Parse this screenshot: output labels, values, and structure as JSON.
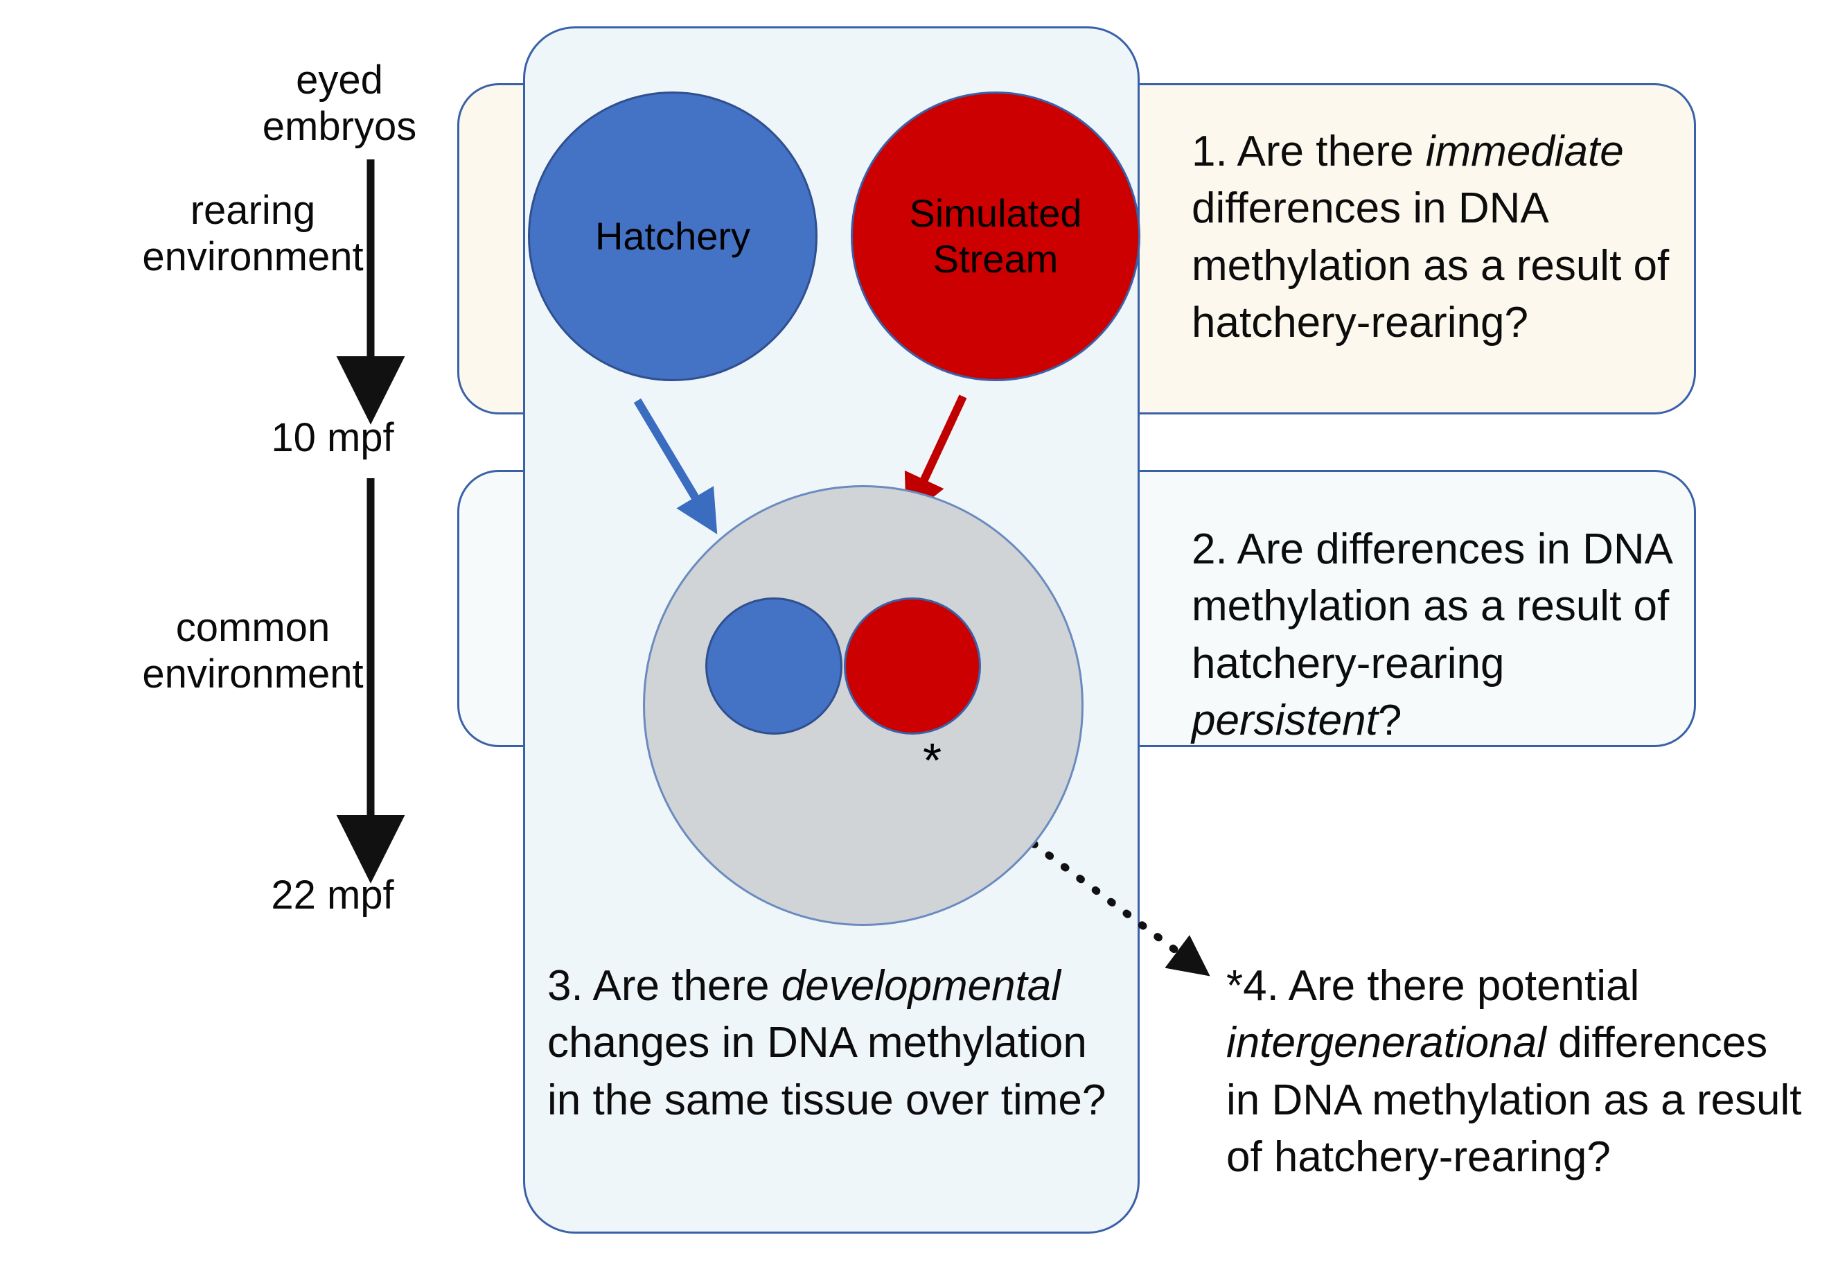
{
  "timeline": {
    "stage_label": "eyed\nembryos",
    "stage_label_line1": "eyed",
    "stage_label_line2": "embryos",
    "rearing_label_line1": "rearing",
    "rearing_label_line2": "environment",
    "timepoint_1": "10 mpf",
    "common_label_line1": "common",
    "common_label_line2": "environment",
    "timepoint_2": "22 mpf"
  },
  "treatments": {
    "hatchery_line1": "Hatchery",
    "stream_line1": "Simulated",
    "stream_line2": "Stream"
  },
  "markers": {
    "asterisk": "*"
  },
  "questions": {
    "q1": {
      "prefix": "1. Are there ",
      "emph": "immediate",
      "suffix": " differences in DNA methylation as a result of hatchery-rearing?"
    },
    "q2": {
      "prefix": "2. Are differences in DNA methylation as a result of hatchery-rearing ",
      "emph": "persistent",
      "suffix": "?"
    },
    "q3": {
      "prefix": "3. Are there ",
      "emph": "developmental",
      "suffix": " changes in DNA methylation in the same tissue over time?"
    },
    "q4": {
      "prefix": "*4. Are there potential ",
      "emph": "intergenerational",
      "suffix": " differences in DNA methylation as a result of hatchery-rearing?"
    }
  },
  "colors": {
    "hatchery_blue": "#4472C4",
    "stream_red": "#CC0000",
    "panel_border": "#3A61A8",
    "panel_cream": "#FDF8EE",
    "panel_mint": "#F6FAFA",
    "panel_ice": "#EFF6FA",
    "common_gray": "#D0D4D6"
  }
}
